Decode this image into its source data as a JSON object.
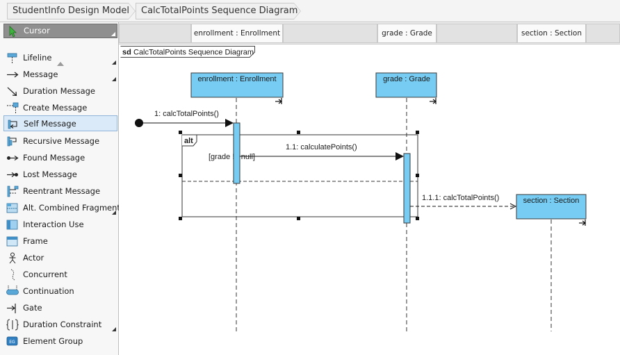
{
  "breadcrumb": {
    "items": [
      "StudentInfo Design Model",
      "CalcTotalPoints Sequence Diagram"
    ]
  },
  "palette": {
    "items": [
      {
        "label": "Cursor",
        "icon": "cursor-arrow-icon"
      },
      {
        "label": "Lifeline",
        "icon": "lifeline-icon"
      },
      {
        "label": "Message",
        "icon": "message-arrow-icon"
      },
      {
        "label": "Duration Message",
        "icon": "duration-message-icon"
      },
      {
        "label": "Create Message",
        "icon": "create-message-icon"
      },
      {
        "label": "Self Message",
        "icon": "self-message-icon"
      },
      {
        "label": "Recursive Message",
        "icon": "recursive-message-icon"
      },
      {
        "label": "Found Message",
        "icon": "found-message-icon"
      },
      {
        "label": "Lost Message",
        "icon": "lost-message-icon"
      },
      {
        "label": "Reentrant Message",
        "icon": "reentrant-message-icon"
      },
      {
        "label": "Alt. Combined Fragment",
        "icon": "combined-fragment-icon"
      },
      {
        "label": "Interaction Use",
        "icon": "interaction-use-icon"
      },
      {
        "label": "Frame",
        "icon": "frame-icon"
      },
      {
        "label": "Actor",
        "icon": "actor-icon"
      },
      {
        "label": "Concurrent",
        "icon": "concurrent-icon"
      },
      {
        "label": "Continuation",
        "icon": "continuation-icon"
      },
      {
        "label": "Gate",
        "icon": "gate-icon"
      },
      {
        "label": "Duration Constraint",
        "icon": "duration-constraint-icon"
      },
      {
        "label": "Element Group",
        "icon": "element-group-icon"
      }
    ]
  },
  "header_bar": {
    "lifelines": [
      "enrollment : Enrollment",
      "grade : Grade",
      "section : Section"
    ]
  },
  "diagram": {
    "frame_keyword": "sd",
    "frame_title": "CalcTotalPoints Sequence Diagram",
    "lifelines": [
      "enrollment : Enrollment",
      "grade : Grade",
      "section : Section"
    ],
    "fragment_operator": "alt",
    "guard": "[grade != null]",
    "messages": [
      "1: calcTotalPoints()",
      "1.1: calculatePoints()",
      "1.1.1: calcTotalPoints()"
    ],
    "lifeline_fill": "#76ccf2",
    "activation_fill": "#76ccf2"
  }
}
